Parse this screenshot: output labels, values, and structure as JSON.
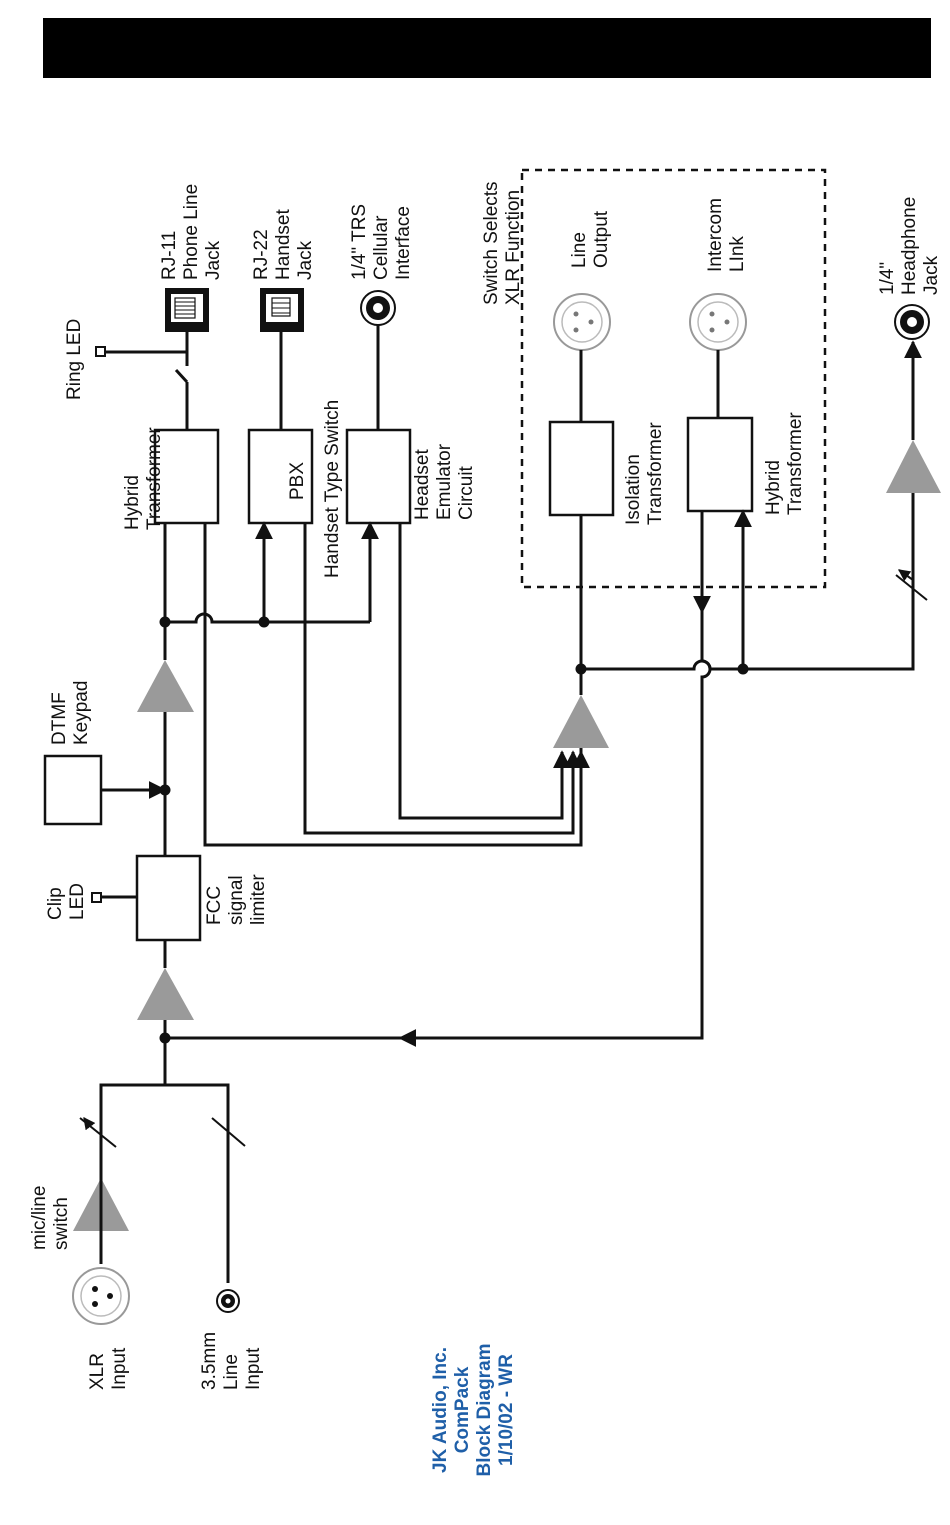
{
  "labels": {
    "rj11": [
      "RJ-11",
      "Phone Line",
      "Jack"
    ],
    "rj22": [
      "RJ-22",
      "Handset",
      "Jack"
    ],
    "trs": [
      "1/4\" TRS",
      "Cellular",
      "Interface"
    ],
    "switch_selects": [
      "Switch Selects",
      "XLR Function"
    ],
    "line_output": [
      "Line",
      "Output"
    ],
    "intercom": [
      "Intercom",
      "LInk"
    ],
    "headphone": [
      "1/4\"",
      "Headphone",
      "Jack"
    ],
    "ring_led": "Ring LED",
    "hybrid1": [
      "Hybrid",
      "Transformer"
    ],
    "pbx": "PBX",
    "handset_type": "Handset Type  Switch",
    "headset_emulator": [
      "Headset",
      "Emulator",
      "Circuit"
    ],
    "isolation": [
      "Isolation",
      "Transformer"
    ],
    "hybrid2": [
      "Hybrid",
      "Transformer"
    ],
    "dtmf": [
      "DTMF",
      "Keypad"
    ],
    "clip_led": [
      "Clip",
      "LED"
    ],
    "fcc": [
      "FCC",
      "signal",
      "limiter"
    ],
    "mic_line": [
      "mic/line",
      "switch"
    ],
    "xlr_input": [
      "XLR",
      "Input"
    ],
    "line_input": [
      "3.5mm",
      "Line",
      "Input"
    ]
  },
  "credit": [
    "JK Audio, Inc.",
    "ComPack",
    "Block Diagram",
    "1/10/02 - WR"
  ],
  "colors": {
    "credit": "#1f5fa8",
    "amplifier": "#9a9a9a",
    "line": "#111111"
  }
}
